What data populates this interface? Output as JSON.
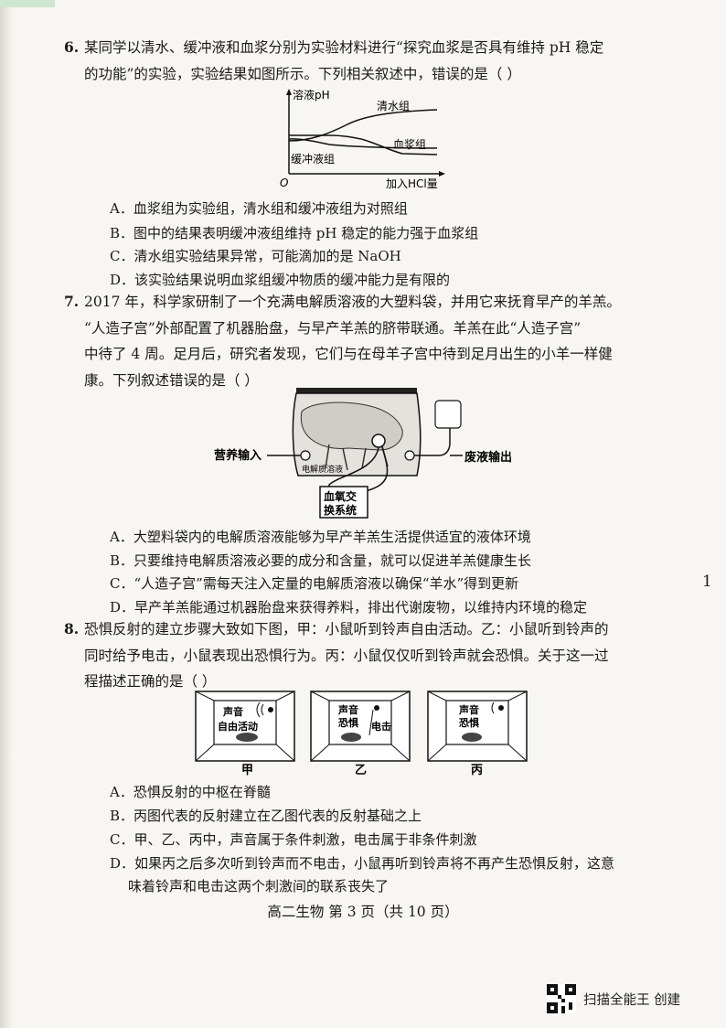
{
  "q6": {
    "number": "6.",
    "line1": "某同学以清水、缓冲液和血浆分别为实验材料进行“探究血浆是否具有维持 pH 稳定",
    "line2": "的功能”的实验，实验结果如图所示。下列相关叙述中，错误的是（    ）",
    "chart_labels": {
      "ylabel": "溶液pH",
      "xlabel": "加入HCl量",
      "origin": "O",
      "series_water": "清水组",
      "series_plasma": "血浆组",
      "series_buffer": "缓冲液组"
    },
    "options": [
      "A．血浆组为实验组，清水组和缓冲液组为对照组",
      "B．图中的结果表明缓冲液组维持 pH 稳定的能力强于血浆组",
      "C．清水组实验结果异常，可能滴加的是 NaOH",
      "D．该实验结果说明血浆组缓冲物质的缓冲能力是有限的"
    ]
  },
  "q7": {
    "number": "7.",
    "line1": "2017 年，科学家研制了一个充满电解质溶液的大塑料袋，并用它来抚育早产的羊羔。",
    "line2": "“人造子宫”外部配置了机器胎盘，与早产羊羔的脐带联通。羊羔在此“人造子宫”",
    "line3": "中待了 4 周。足月后，研究者发现，它们与在母羊子宫中待到足月出生的小羊一样健",
    "line4": "康。下列叙述错误的是（    ）",
    "fig_labels": {
      "input": "营养输入",
      "output": "废液输出",
      "solution": "电解质溶液",
      "exchange1": "血氧交",
      "exchange2": "换系统"
    },
    "options": [
      "A．大塑料袋内的电解质溶液能够为早产羊羔生活提供适宜的液体环境",
      "B．只要维持电解质溶液必要的成分和含量，就可以促进羊羔健康生长",
      "C．“人造子宫”需每天注入定量的电解质溶液以确保“羊水”得到更新",
      "D．早产羊羔能通过机器胎盘来获得养料，排出代谢废物，以维持内环境的稳定"
    ]
  },
  "margin_number": "1",
  "q8": {
    "number": "8.",
    "line1": "恐惧反射的建立步骤大致如下图，甲：小鼠听到铃声自由活动。乙：小鼠听到铃声的",
    "line2": "同时给予电击，小鼠表现出恐惧行为。丙：小鼠仅仅听到铃声就会恐惧。关于这一过",
    "line3": "程描述正确的是（    ）",
    "boxes": [
      {
        "caption": "甲",
        "text1": "声音",
        "text2": "自由活动",
        "shock": ""
      },
      {
        "caption": "乙",
        "text1": "声音",
        "text2": "恐惧",
        "shock": "电击"
      },
      {
        "caption": "丙",
        "text1": "声音",
        "text2": "恐惧",
        "shock": ""
      }
    ],
    "options": [
      "A．恐惧反射的中枢在脊髓",
      "B．丙图代表的反射建立在乙图代表的反射基础之上",
      "C．甲、乙、丙中，声音属于条件刺激，电击属于非条件刺激",
      "D．如果丙之后多次听到铃声而不电击，小鼠再听到铃声将不再产生恐惧反射，这意",
      "味着铃声和电击这两个刺激间的联系丧失了"
    ]
  },
  "footer": "高二生物   第 3 页（共 10 页）",
  "watermark": "扫描全能王  创建"
}
